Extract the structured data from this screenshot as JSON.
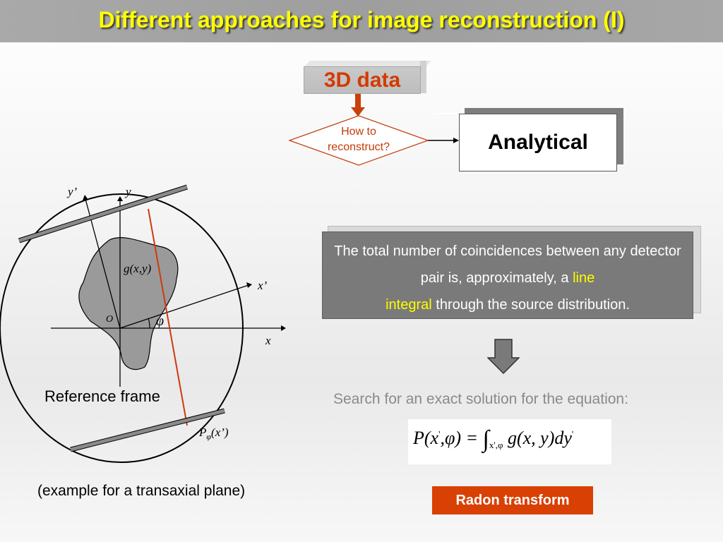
{
  "slide": {
    "title": "Different approaches for image reconstruction (I)"
  },
  "flow": {
    "data_label": "3D data",
    "decision_line1": "How to",
    "decision_line2": "reconstruct?",
    "method_label": "Analytical"
  },
  "info": {
    "text_part1": "The total number of coincidences between any  detector pair is, approximately, a ",
    "highlight1": "line",
    "highlight2": "integral",
    "text_part2": " through the source distribution."
  },
  "equation": {
    "intro": "Search for an exact solution for the equation:",
    "lhs": "P(x",
    "lhs_prime": "'",
    "lhs_rest": ",φ) = ",
    "integral_sign": "∫",
    "integral_sub": "x',φ",
    "rhs": "g(x, y)dy",
    "rhs_prime": "'"
  },
  "radon_label": "Radon transform",
  "diagram": {
    "y_prime_label": "y’",
    "y_label": "y",
    "x_prime_label": "x’",
    "x_label": "x",
    "origin_label": "O",
    "phi_label": "φ",
    "g_label": "g(x,y)",
    "p_label_main": "P",
    "p_label_sub": "φ",
    "p_label_arg": "(x’)",
    "reference_frame": "Reference frame",
    "example_caption": "(example for a transaxial plane)"
  },
  "colors": {
    "title": "#ffff00",
    "accent": "#d43a00",
    "info_bg": "#7a7a7a",
    "highlight": "#ffff00",
    "radon_bg": "#d94004"
  }
}
